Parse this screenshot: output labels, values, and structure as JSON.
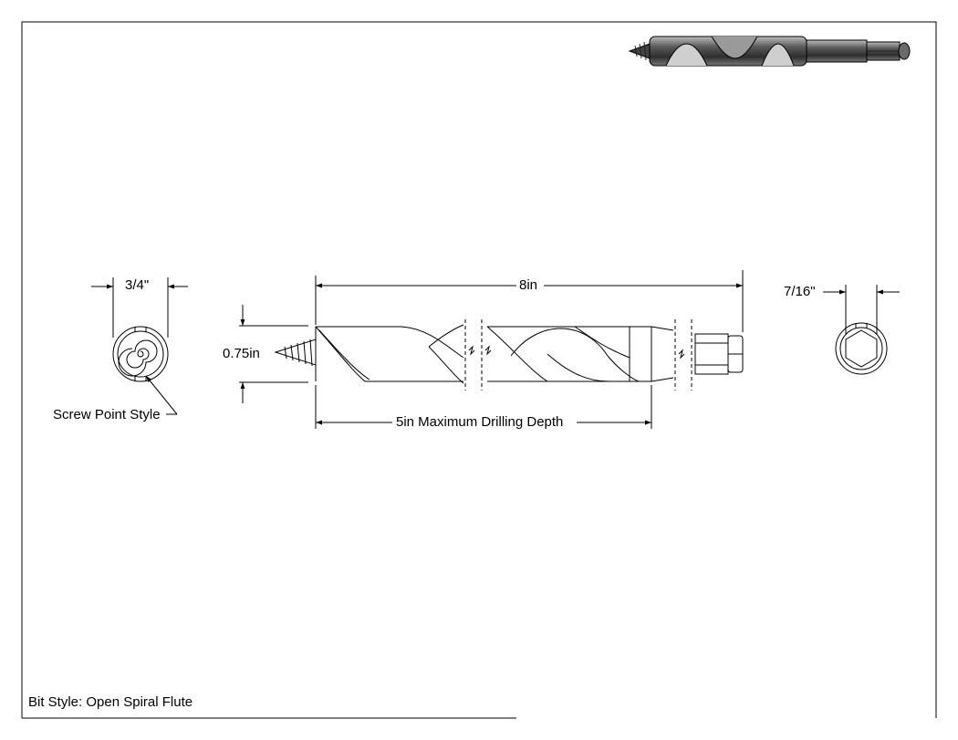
{
  "dimensions": {
    "outer_diameter": "3/4\"",
    "overall_length": "8in",
    "hex_shank": "7/16\"",
    "cutting_diameter": "0.75in",
    "drilling_depth": "5in Maximum Drilling Depth"
  },
  "labels": {
    "point_style": "Screw Point Style",
    "bit_style": "Bit Style: Open Spiral Flute"
  },
  "icons": {
    "iso_view": "auger-bit-isometric-icon"
  },
  "colors": {
    "line": "#000000",
    "bit_dark": "#3c3c3c",
    "bit_mid": "#8a8a8a",
    "bit_light": "#cfcfcf",
    "background": "#ffffff"
  }
}
